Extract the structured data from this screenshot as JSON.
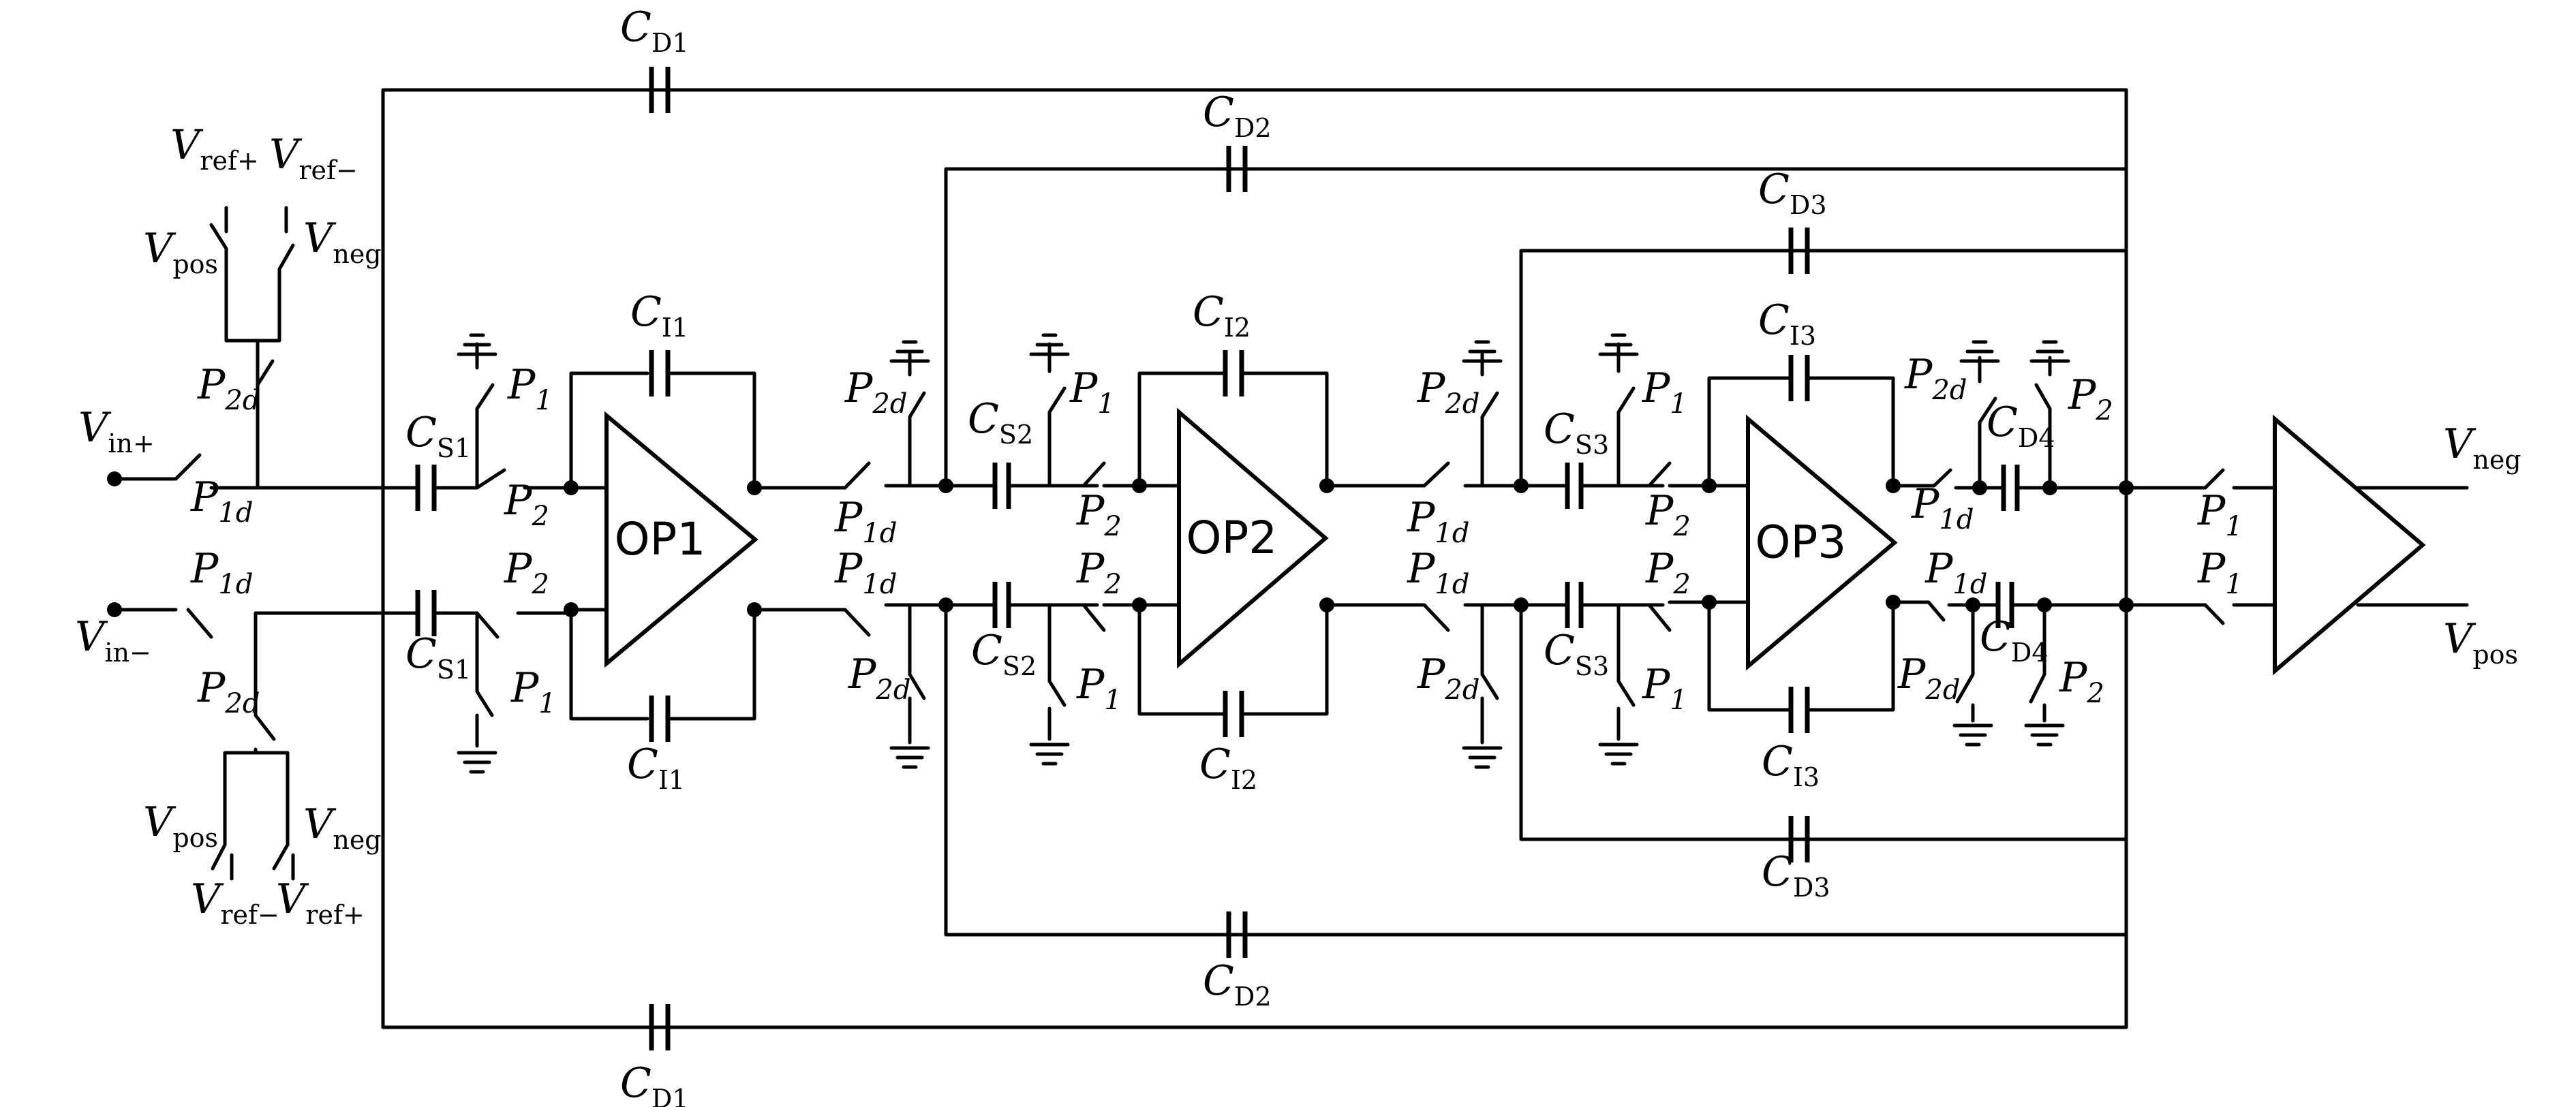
{
  "opamps": [
    "OP1",
    "OP2",
    "OP3"
  ],
  "comparator": {
    "out_top": {
      "main": "V",
      "sub": "neg"
    },
    "out_bottom": {
      "main": "V",
      "sub": "pos"
    }
  },
  "sources": {
    "vin_plus": {
      "main": "V",
      "sub": "in+"
    },
    "vin_minus": {
      "main": "V",
      "sub": "in−"
    },
    "vref_plus": {
      "main": "V",
      "sub": "ref+"
    },
    "vref_minus": {
      "main": "V",
      "sub": "ref−"
    },
    "vpos": {
      "main": "V",
      "sub": "pos"
    },
    "vneg": {
      "main": "V",
      "sub": "neg"
    }
  },
  "capacitors": {
    "cd1": {
      "main": "C",
      "sub": "D1"
    },
    "cd2": {
      "main": "C",
      "sub": "D2"
    },
    "cd3": {
      "main": "C",
      "sub": "D3"
    },
    "cd4": {
      "main": "C",
      "sub": "D4"
    },
    "cs1": {
      "main": "C",
      "sub": "S1"
    },
    "cs2": {
      "main": "C",
      "sub": "S2"
    },
    "cs3": {
      "main": "C",
      "sub": "S3"
    },
    "ci1": {
      "main": "C",
      "sub": "I1"
    },
    "ci2": {
      "main": "C",
      "sub": "I2"
    },
    "ci3": {
      "main": "C",
      "sub": "I3"
    }
  },
  "phases": {
    "p1": {
      "main": "P",
      "sub": "1"
    },
    "p2": {
      "main": "P",
      "sub": "2"
    },
    "p1d": {
      "main": "P",
      "sub": "1d"
    },
    "p2d": {
      "main": "P",
      "sub": "2d"
    }
  }
}
